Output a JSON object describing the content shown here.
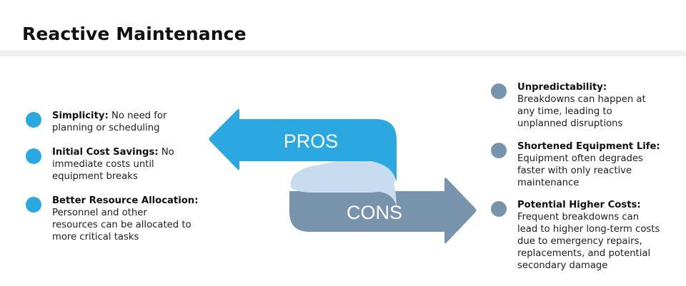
{
  "header": {
    "title": "Reactive Maintenance"
  },
  "colors": {
    "pros": "#2ba8e0",
    "cons": "#7894ad",
    "fold": "#c7ddef",
    "divider": "#efefef"
  },
  "diagram": {
    "pros_label": "PROS",
    "cons_label": "CONS"
  },
  "pros": [
    {
      "title": "Simplicity:",
      "body": "No need for planning or scheduling",
      "lines": [
        "No need for",
        "planning or scheduling"
      ]
    },
    {
      "title": "Initial Cost Savings:",
      "body": "No immediate costs until equipment breaks",
      "lines": [
        "No",
        "immediate costs until",
        "equipment breaks"
      ]
    },
    {
      "title": "Better Resource Allocation:",
      "body": "Personnel and other resources can be allocated to more critical tasks",
      "lines": [
        "",
        "Personnel and other",
        "resources can be allocated to",
        "more critical tasks"
      ]
    }
  ],
  "cons": [
    {
      "title": "Unpredictability:",
      "body": "Breakdowns can happen at any time, leading to unplanned disruptions",
      "lines": [
        "",
        "Breakdowns can happen at",
        "any time, leading to",
        "unplanned disruptions"
      ]
    },
    {
      "title": "Shortened Equipment Life:",
      "body": "Equipment often degrades faster with only reactive maintenance",
      "lines": [
        "",
        "Equipment often degrades",
        "faster with only reactive",
        "maintenance"
      ]
    },
    {
      "title": "Potential Higher Costs:",
      "body": "Frequent breakdowns can lead to higher long-term costs due to emergency repairs, replacements, and potential secondary damage",
      "lines": [
        "",
        "Frequent breakdowns can",
        "lead to higher long-term costs",
        "due to emergency repairs,",
        "replacements, and potential",
        "secondary damage"
      ]
    }
  ]
}
